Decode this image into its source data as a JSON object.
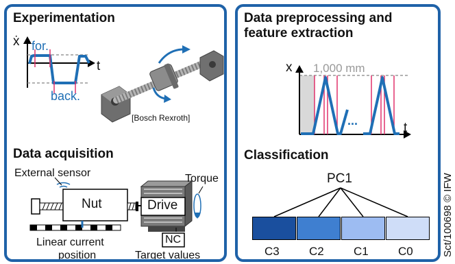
{
  "experimentation": {
    "title": "Experimentation",
    "y_axis": "ẋ",
    "x_axis": "t",
    "forward_label": "for.",
    "backward_label": "back.",
    "image_credit": "[Bosch Rexroth]"
  },
  "acquisition": {
    "title": "Data acquisition",
    "external_sensor": "External sensor",
    "nut": "Nut",
    "drive": "Drive",
    "torque": "Torque",
    "nc": "NC",
    "linear_position_line1": "Linear current",
    "linear_position_line2": "position",
    "target_values": "Target values"
  },
  "preprocessing": {
    "title_line1": "Data preprocessing and",
    "title_line2": "feature extraction",
    "y_axis": "x",
    "x_axis": "t",
    "max_label": "1,000 mm",
    "ellipsis": "..."
  },
  "classification": {
    "title": "Classification",
    "root": "PC1",
    "classes": [
      {
        "label": "C3",
        "color": "#1a4f9e"
      },
      {
        "label": "C2",
        "color": "#3f7fd0"
      },
      {
        "label": "C1",
        "color": "#9dbcf2"
      },
      {
        "label": "C0",
        "color": "#cfddf8"
      }
    ]
  },
  "credit": "Sct/100698 © IFW",
  "colors": {
    "frame": "#1f62a8",
    "signal": "#1f6fb5",
    "marker": "#e0306a",
    "reference": "#999999"
  }
}
